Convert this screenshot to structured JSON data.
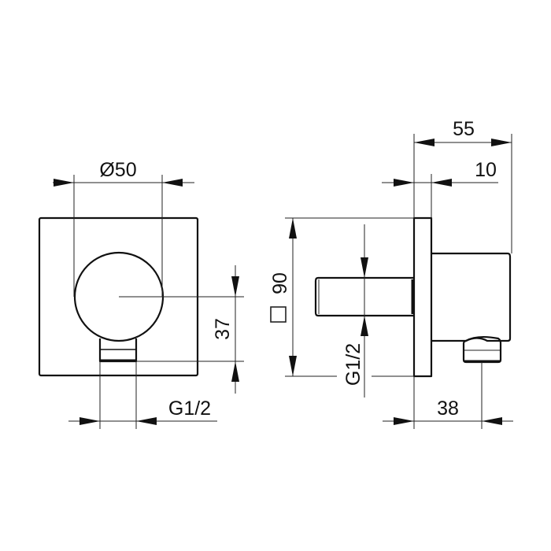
{
  "drawing": {
    "front_view": {
      "diameter_label": "Ø50",
      "height_offset_label": "37",
      "thread_label": "G1/2"
    },
    "side_view": {
      "overall_depth_label": "55",
      "flange_thickness_label": "10",
      "square_size_label": "□90",
      "square_symbol": "□",
      "square_value": "90",
      "thread_label": "G1/2",
      "outlet_offset_label": "38"
    },
    "colors": {
      "line": "#111111",
      "background": "#ffffff"
    }
  }
}
